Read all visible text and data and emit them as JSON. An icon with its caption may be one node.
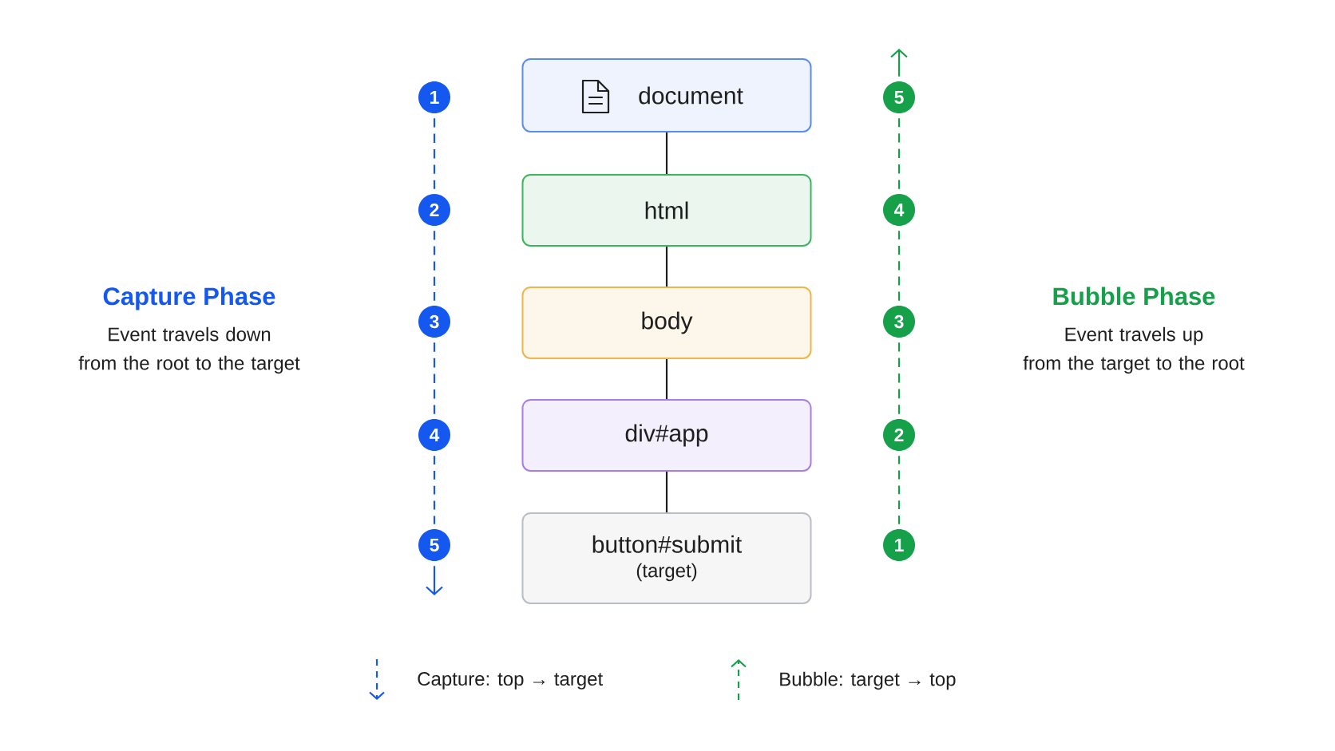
{
  "diagram": {
    "nodes": [
      {
        "text": [
          "document"
        ]
      },
      {
        "text": [
          "html"
        ]
      },
      {
        "text": [
          "body"
        ]
      },
      {
        "text": [
          "div#app"
        ]
      },
      {
        "text": [
          "button#submit",
          "(target)"
        ]
      },
      {
        "text": [
          "1"
        ]
      },
      {
        "text": [
          "2"
        ]
      },
      {
        "text": [
          "3"
        ]
      },
      {
        "text": [
          "4"
        ]
      },
      {
        "text": [
          "5"
        ]
      },
      {
        "text": [
          "5"
        ]
      },
      {
        "text": [
          "4"
        ]
      },
      {
        "text": [
          "3"
        ]
      },
      {
        "text": [
          "2"
        ]
      },
      {
        "text": [
          "1"
        ]
      }
    ],
    "edges": [
      {
        "from": 0,
        "to": 1,
        "arrow": "none",
        "color": "#1f1f1f"
      },
      {
        "from": 1,
        "to": 2,
        "arrow": "none",
        "color": "#1f1f1f"
      },
      {
        "from": 2,
        "to": 3,
        "arrow": "none",
        "color": "#1f1f1f"
      },
      {
        "from": 3,
        "to": 4,
        "arrow": "none",
        "color": "#1f1f1f"
      },
      {
        "from": 5,
        "to": 6,
        "arrow": "none",
        "style": "dashed",
        "color": "#1558f0"
      },
      {
        "from": 6,
        "to": 7,
        "arrow": "none",
        "style": "dashed",
        "color": "#1558f0"
      },
      {
        "from": 7,
        "to": 8,
        "arrow": "none",
        "style": "dashed",
        "color": "#1558f0"
      },
      {
        "from": 8,
        "to": 9,
        "arrow": "none",
        "style": "dashed",
        "color": "#1558f0"
      },
      {
        "from": 9,
        "to": null,
        "arrow": "to",
        "color": "#1558f0"
      },
      {
        "from": 14,
        "to": 13,
        "arrow": "none",
        "style": "dashed",
        "color": "#16a04a"
      },
      {
        "from": 13,
        "to": 12,
        "arrow": "none",
        "style": "dashed",
        "color": "#16a04a"
      },
      {
        "from": 12,
        "to": 11,
        "arrow": "none",
        "style": "dashed",
        "color": "#16a04a"
      },
      {
        "from": 11,
        "to": 10,
        "arrow": "none",
        "style": "dashed",
        "color": "#16a04a"
      },
      {
        "from": 10,
        "to": null,
        "arrow": "to",
        "color": "#16a04a"
      }
    ],
    "labels": [
      "Capture Phase",
      "Event travels down from the root to the target",
      "Bubble Phase",
      "Event travels up from the target to the root"
    ],
    "legend": [
      {
        "text": "Capture: top → target"
      },
      {
        "text": "Bubble: target → top"
      }
    ]
  }
}
